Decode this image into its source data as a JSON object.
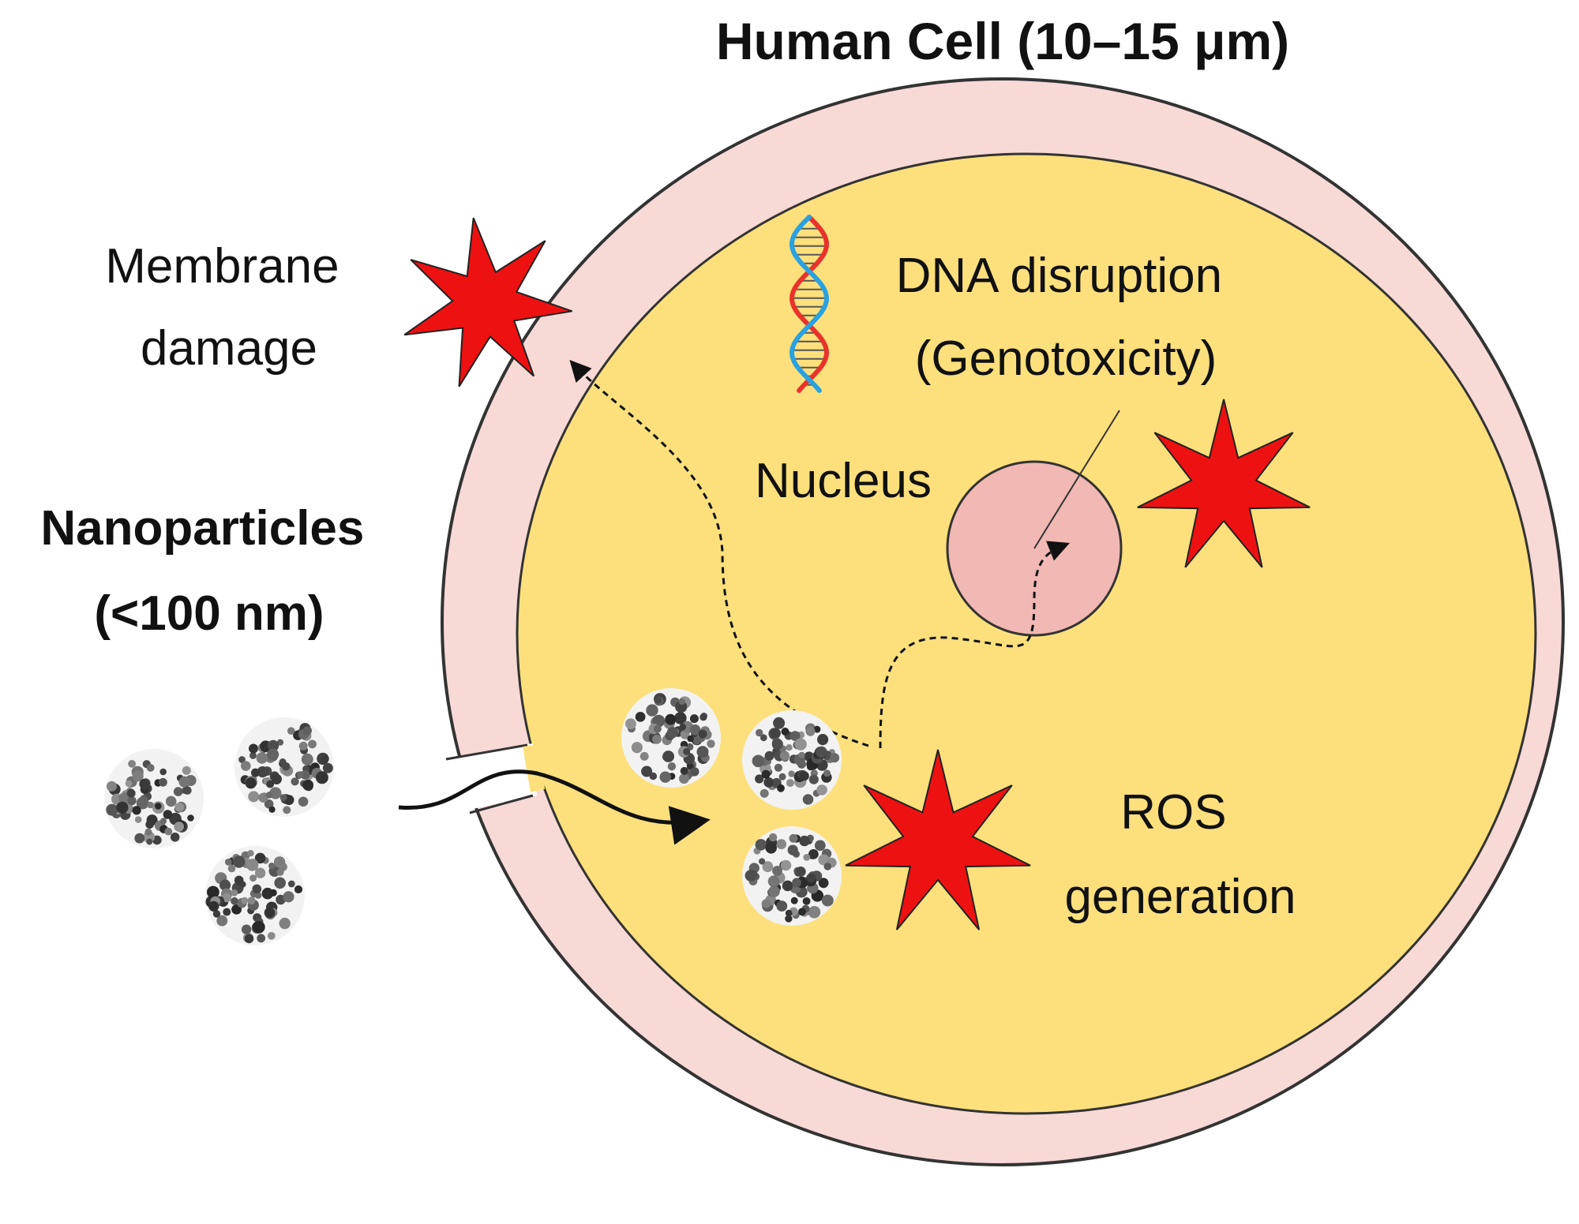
{
  "title": "Human Cell (10–15 μm)",
  "labels": {
    "membrane_line1": "Membrane",
    "membrane_line2": "damage",
    "nanoparticles_line1": "Nanoparticles",
    "nanoparticles_line2": "(<100 nm)",
    "dna_line1": "DNA disruption",
    "dna_line2": "(Genotoxicity)",
    "nucleus": "Nucleus",
    "ros_line1": "ROS",
    "ros_line2": "generation"
  },
  "colors": {
    "membrane": "#f7d9d6",
    "cytoplasm": "#fde07c",
    "nucleus": "#f1b8b4",
    "star": "#ee1111",
    "outline": "#333333",
    "dna_strand_a": "#e8332b",
    "dna_strand_b": "#2aa1e0"
  },
  "icons": {
    "damage_marker": "red-star-burst-icon",
    "particle": "nanoparticle-cluster-icon",
    "dna": "dna-helix-icon"
  }
}
